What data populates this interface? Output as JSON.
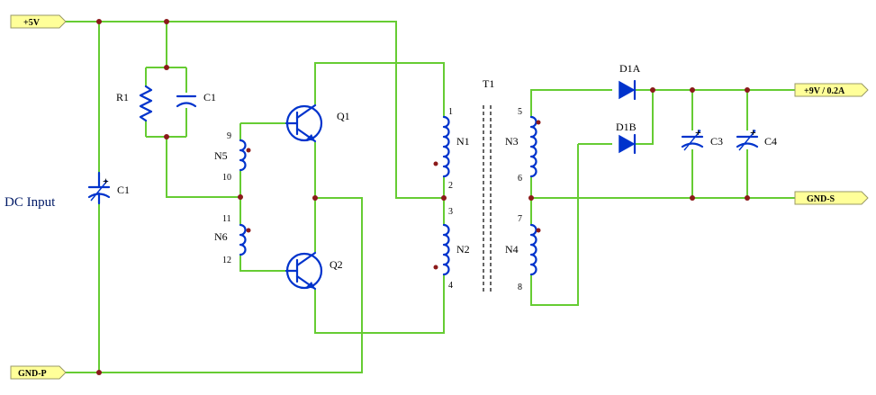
{
  "ports": {
    "vin": "+5V",
    "gnd_p": "GND-P",
    "vout": "+9V / 0.2A",
    "gnd_s": "GND-S"
  },
  "labels": {
    "dc_input": "DC Input",
    "c1_main": "C1",
    "r1": "R1",
    "c1_base": "C1",
    "q1": "Q1",
    "q2": "Q2",
    "n5": "N5",
    "n6": "N6",
    "n1": "N1",
    "n2": "N2",
    "n3": "N3",
    "n4": "N4",
    "t1": "T1",
    "d1a": "D1A",
    "d1b": "D1B",
    "c3": "C3",
    "c4": "C4"
  },
  "pins": {
    "p1": "1",
    "p2": "2",
    "p3": "3",
    "p4": "4",
    "p5": "5",
    "p6": "6",
    "p7": "7",
    "p8": "8",
    "p9": "9",
    "p10": "10",
    "p11": "11",
    "p12": "12"
  },
  "colors": {
    "wire": "#66cc33",
    "component": "#0033cc",
    "junction": "#8b1a1a",
    "port_fill": "#ffff99"
  }
}
